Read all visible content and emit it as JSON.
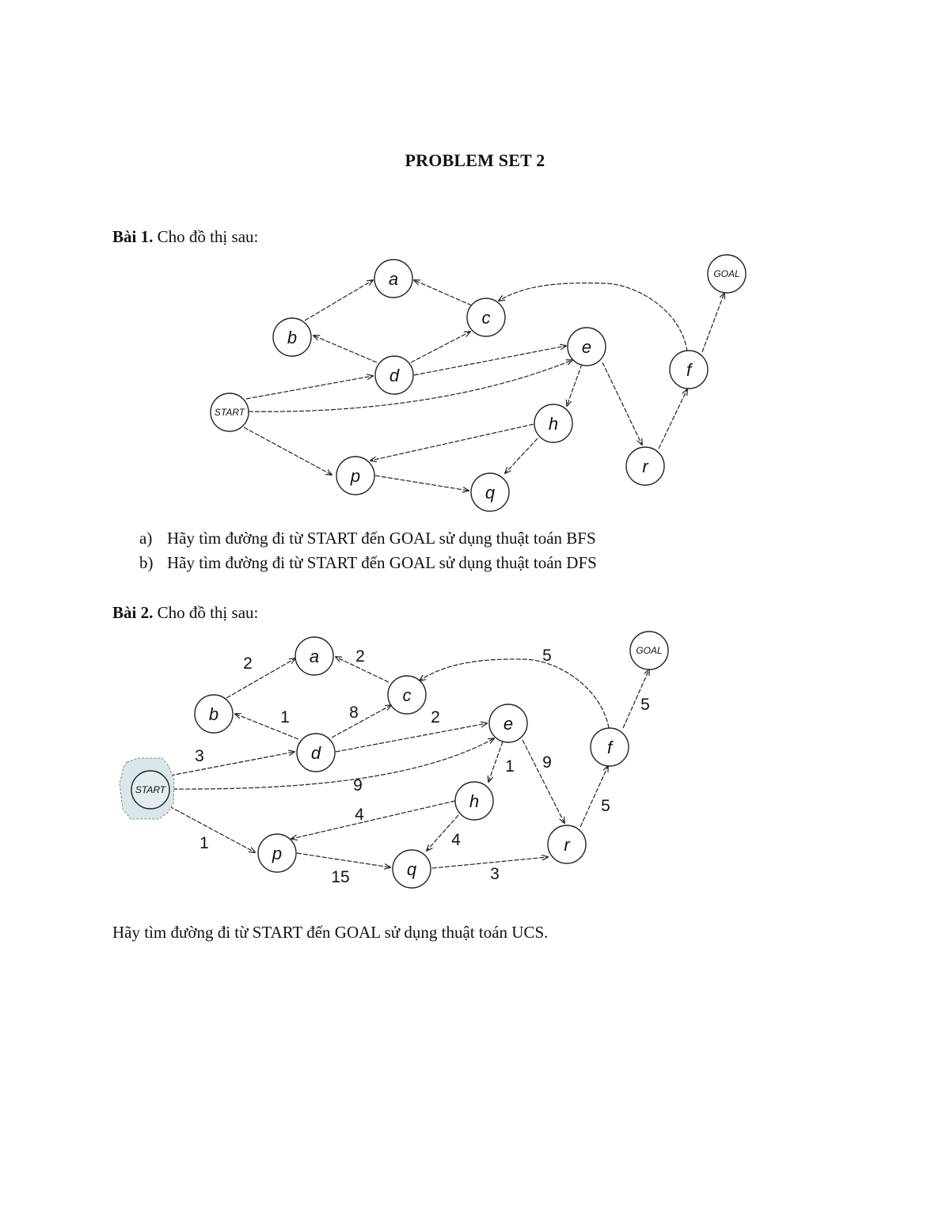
{
  "document": {
    "title": "PROBLEM SET 2",
    "problem1": {
      "heading": "Bài 1.",
      "intro": "Cho đồ thị sau:",
      "questions": [
        {
          "marker": "a)",
          "text": "Hãy tìm đường đi từ START đến GOAL sử dụng thuật toán BFS"
        },
        {
          "marker": "b)",
          "text": "Hãy tìm đường đi từ START đến GOAL sử dụng thuật toán DFS"
        }
      ]
    },
    "problem2": {
      "heading": "Bài 2.",
      "intro": "Cho đồ thị sau:",
      "question": "Hãy tìm đường đi từ START đến GOAL sử dụng thuật toán UCS."
    }
  },
  "graph1": {
    "nodes": {
      "a": "a",
      "b": "b",
      "c": "c",
      "d": "d",
      "e": "e",
      "f": "f",
      "h": "h",
      "p": "p",
      "q": "q",
      "r": "r",
      "start": "START",
      "goal": "GOAL"
    },
    "edges": [
      {
        "from": "START",
        "to": "d"
      },
      {
        "from": "START",
        "to": "e"
      },
      {
        "from": "START",
        "to": "p"
      },
      {
        "from": "b",
        "to": "a"
      },
      {
        "from": "c",
        "to": "a"
      },
      {
        "from": "d",
        "to": "b"
      },
      {
        "from": "d",
        "to": "c"
      },
      {
        "from": "d",
        "to": "e"
      },
      {
        "from": "e",
        "to": "h"
      },
      {
        "from": "e",
        "to": "r"
      },
      {
        "from": "h",
        "to": "p"
      },
      {
        "from": "h",
        "to": "q"
      },
      {
        "from": "p",
        "to": "q"
      },
      {
        "from": "r",
        "to": "f"
      },
      {
        "from": "f",
        "to": "c"
      },
      {
        "from": "f",
        "to": "GOAL"
      }
    ]
  },
  "graph2": {
    "nodes": {
      "a": "a",
      "b": "b",
      "c": "c",
      "d": "d",
      "e": "e",
      "f": "f",
      "h": "h",
      "p": "p",
      "q": "q",
      "r": "r",
      "start": "START",
      "goal": "GOAL"
    },
    "edges": [
      {
        "from": "START",
        "to": "d",
        "weight": "3"
      },
      {
        "from": "START",
        "to": "e",
        "weight": "9"
      },
      {
        "from": "START",
        "to": "p",
        "weight": "1"
      },
      {
        "from": "b",
        "to": "a",
        "weight": "2"
      },
      {
        "from": "c",
        "to": "a",
        "weight": "2"
      },
      {
        "from": "d",
        "to": "b",
        "weight": "1"
      },
      {
        "from": "d",
        "to": "c",
        "weight": "8"
      },
      {
        "from": "d",
        "to": "e",
        "weight": "2"
      },
      {
        "from": "e",
        "to": "h",
        "weight": "1"
      },
      {
        "from": "e",
        "to": "r",
        "weight": "9"
      },
      {
        "from": "h",
        "to": "p",
        "weight": "4"
      },
      {
        "from": "h",
        "to": "q",
        "weight": "4"
      },
      {
        "from": "p",
        "to": "q",
        "weight": "15"
      },
      {
        "from": "q",
        "to": "r",
        "weight": "3"
      },
      {
        "from": "r",
        "to": "f",
        "weight": "5"
      },
      {
        "from": "f",
        "to": "c",
        "weight": "5"
      },
      {
        "from": "f",
        "to": "GOAL",
        "weight": "5"
      }
    ]
  }
}
